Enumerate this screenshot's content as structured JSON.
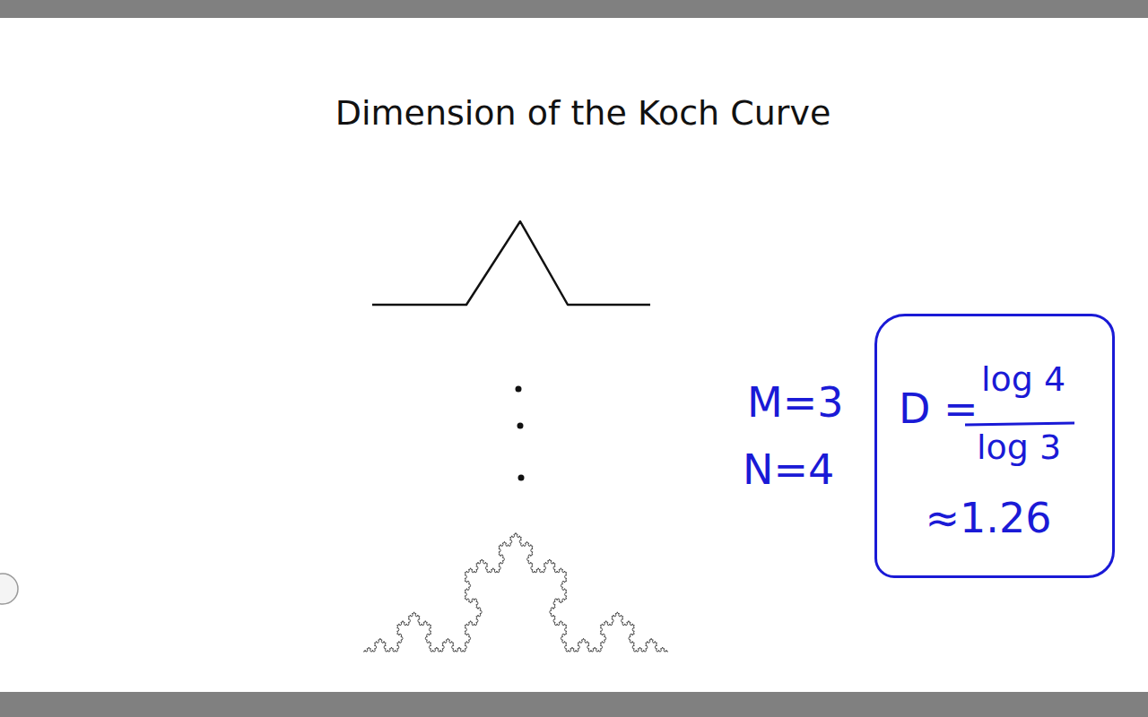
{
  "diagram": {
    "title": "Dimension of the Koch Curve",
    "nodes": [
      {
        "text": [
          "D =",
          "log 4",
          "log 3",
          "≈1.26"
        ]
      }
    ],
    "labels": [
      "M=3",
      "N=4"
    ]
  }
}
